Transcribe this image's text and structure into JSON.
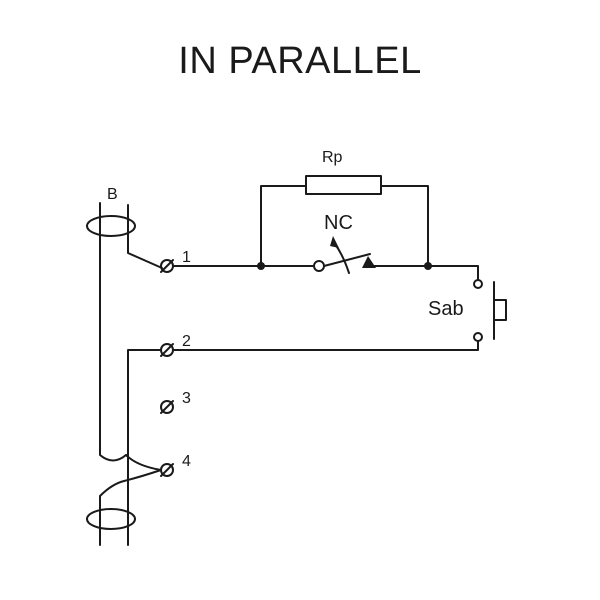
{
  "title": "IN PARALLEL",
  "labels": {
    "coil": "B",
    "resistor": "Rp",
    "contact": "NC",
    "button": "Sab",
    "t1": "1",
    "t2": "2",
    "t3": "3",
    "t4": "4"
  },
  "colors": {
    "line": "#1a1a1a",
    "background": "#ffffff"
  }
}
